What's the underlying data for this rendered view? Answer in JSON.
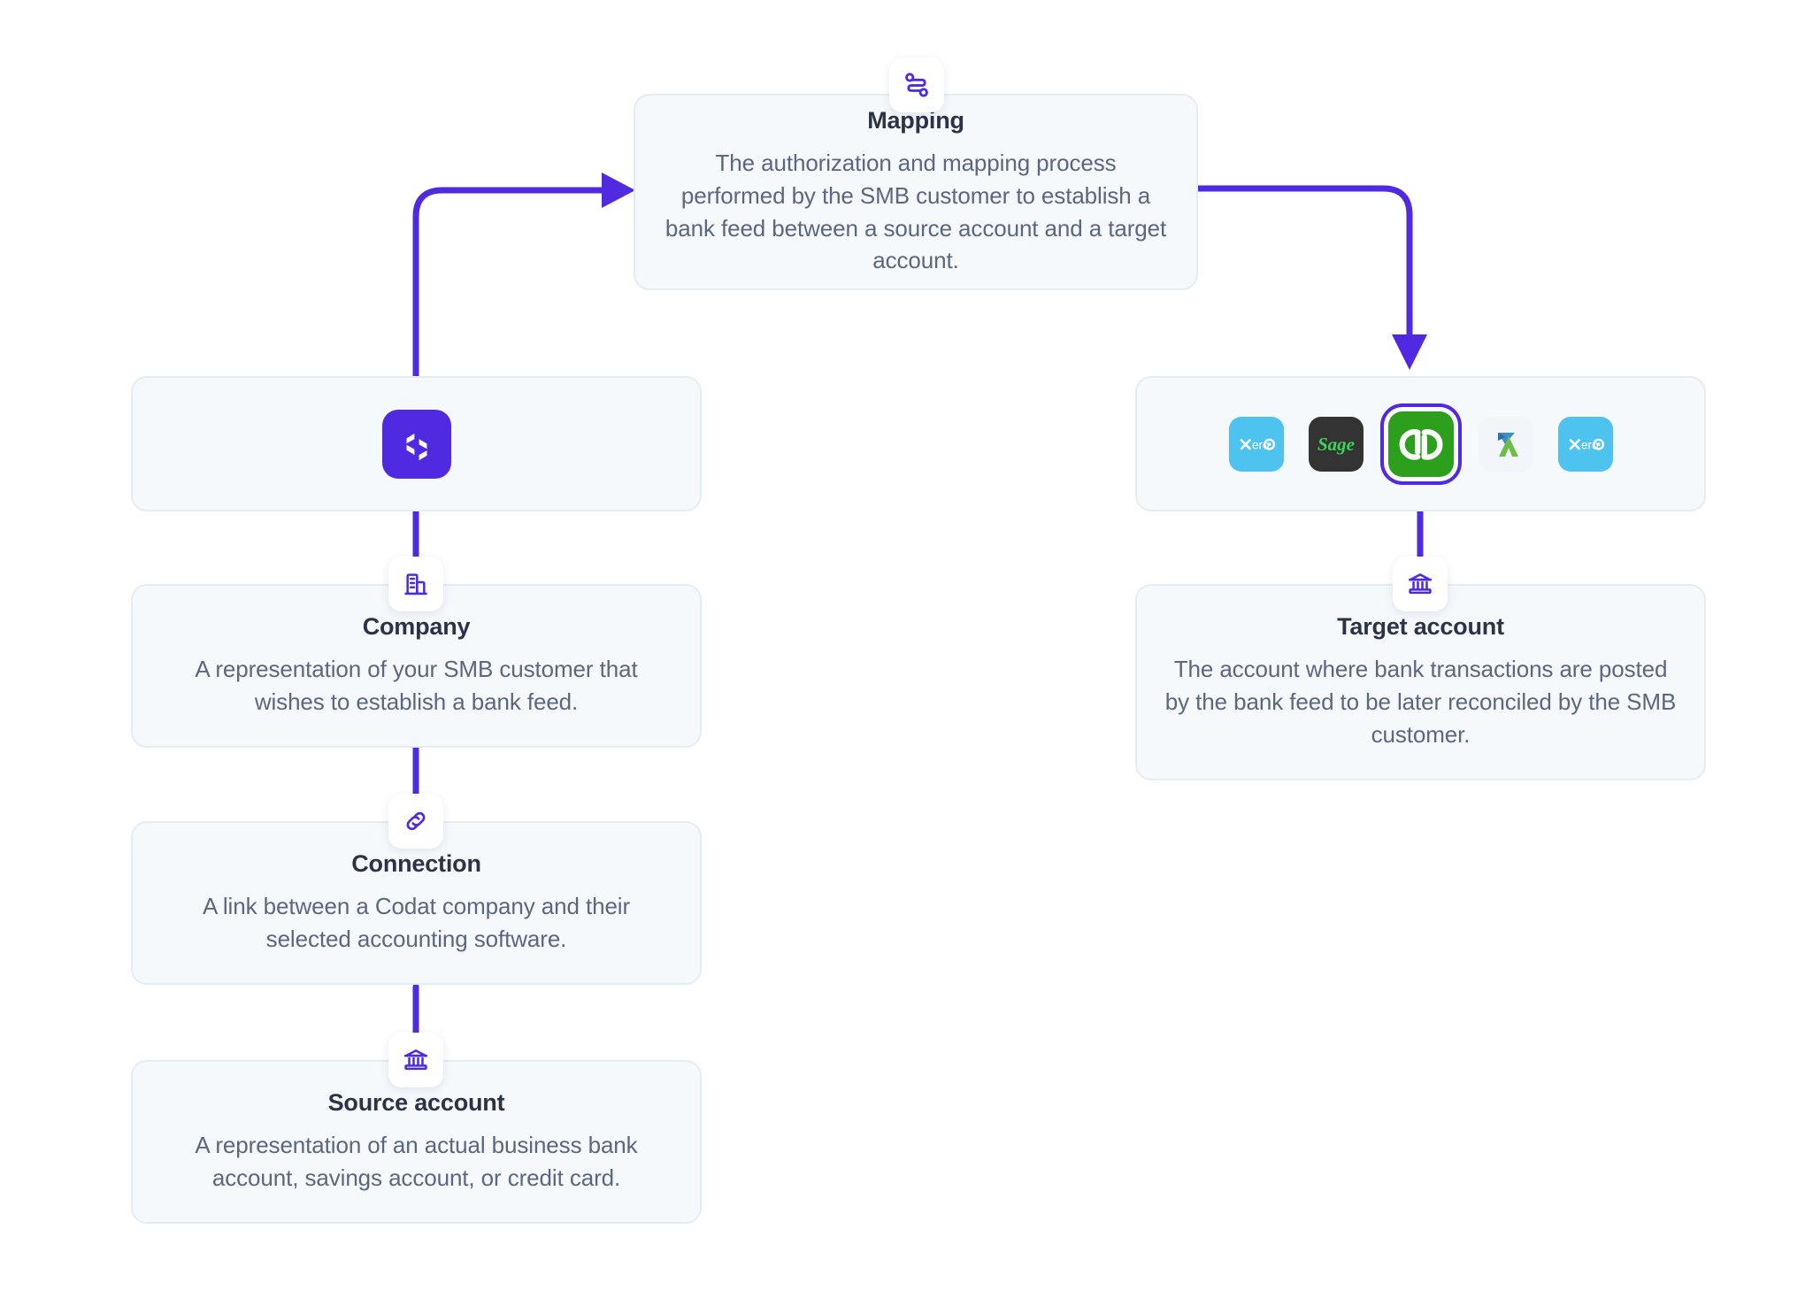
{
  "theme": {
    "accent": "#4f2ae0",
    "card_bg": "#f5f9fc",
    "card_border": "#e4edf3",
    "title_color": "#2b3347",
    "body_color": "#5b6780",
    "page_bg": "#ffffff"
  },
  "diagram": {
    "type": "flow",
    "brand": {
      "name": "Codat",
      "logo_icon": "codat-logo-icon"
    },
    "nodes": [
      {
        "id": "mapping",
        "title": "Mapping",
        "description": "The authorization and mapping process performed by the SMB customer to establish a bank feed between a source account and a target account.",
        "icon": "mapping-route-icon"
      },
      {
        "id": "company",
        "title": "Company",
        "description": "A representation of your SMB customer that wishes to establish a bank feed.",
        "icon": "office-building-icon"
      },
      {
        "id": "connection",
        "title": "Connection",
        "description": "A link between a Codat company and their selected accounting software.",
        "icon": "link-chain-icon"
      },
      {
        "id": "source-account",
        "title": "Source account",
        "description": "A representation of an actual business bank account, savings account, or credit card.",
        "icon": "bank-icon"
      },
      {
        "id": "target-account",
        "title": "Target account",
        "description": "The account where bank transactions are posted by the bank feed to be later reconciled by the SMB customer.",
        "icon": "bank-icon"
      }
    ],
    "platforms": [
      {
        "id": "xero-1",
        "name": "Xero",
        "icon": "xero-logo-icon",
        "color": "#4fc3f0",
        "selected": false
      },
      {
        "id": "sage",
        "name": "Sage",
        "icon": "sage-logo-icon",
        "color": "#333333",
        "selected": false
      },
      {
        "id": "quickbooks",
        "name": "QuickBooks",
        "icon": "quickbooks-logo-icon",
        "color": "#2ca01c",
        "selected": true
      },
      {
        "id": "freeagent",
        "name": "FreeAgent",
        "icon": "freeagent-logo-icon",
        "color": "#f2f6fa",
        "selected": false
      },
      {
        "id": "xero-2",
        "name": "Xero",
        "icon": "xero-logo-icon",
        "color": "#4fc3f0",
        "selected": false
      }
    ],
    "connectors": [
      {
        "id": "codat-to-mapping",
        "from": "codat-box",
        "to": "mapping",
        "style": "elbow-up-right",
        "arrowhead": "right"
      },
      {
        "id": "mapping-to-platforms",
        "from": "mapping",
        "to": "platform-strip",
        "style": "elbow-right-down",
        "arrowhead": "down"
      },
      {
        "id": "codat-to-company",
        "from": "codat-box",
        "to": "company",
        "style": "straight-vertical",
        "arrowhead": "none"
      },
      {
        "id": "company-to-connection",
        "from": "company",
        "to": "connection",
        "style": "straight-vertical",
        "arrowhead": "none"
      },
      {
        "id": "connection-to-source",
        "from": "connection",
        "to": "source-account",
        "style": "straight-vertical",
        "arrowhead": "none"
      },
      {
        "id": "platforms-to-target",
        "from": "platform-strip",
        "to": "target-account",
        "style": "straight-vertical",
        "arrowhead": "none"
      }
    ]
  }
}
